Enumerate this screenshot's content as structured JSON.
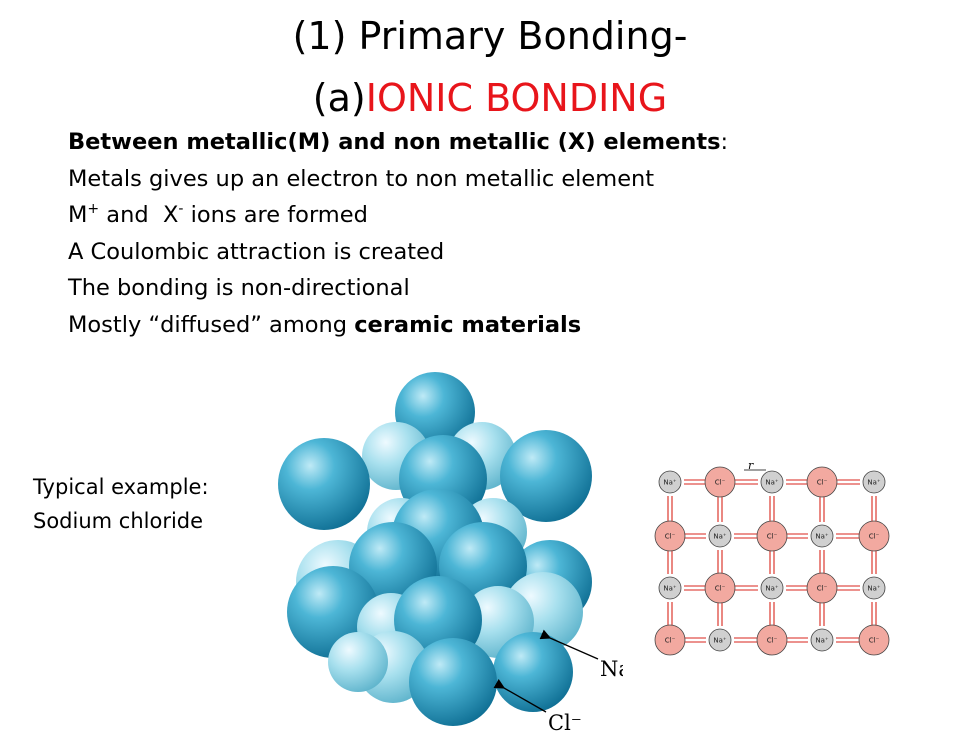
{
  "title": {
    "line1": "(1) Primary Bonding-",
    "line2_prefix": "(a)",
    "line2_highlight": "IONIC BONDING",
    "highlight_color": "#e8151b"
  },
  "bullets": {
    "b1_bold": "Between metallic(M) and non metallic (X) elements",
    "b1_tail": ":",
    "b2": "Metals gives up an electron to non metallic element",
    "b3_m": "M",
    "b3_plus": "+",
    "b3_mid": " and  X",
    "b3_minus": "-",
    "b3_tail": " ions are formed",
    "b4": "A Coulombic attraction is created",
    "b5": "The bonding is non-directional",
    "b6_prefix": "Mostly “diffused” among ",
    "b6_bold": "ceramic materials"
  },
  "example": {
    "line1": "Typical example:",
    "line2": "Sodium chloride"
  },
  "figure": {
    "na_label": "Na⁺",
    "cl_label": "Cl⁻",
    "lattice_na": "Na⁺",
    "lattice_cl": "Cl⁻",
    "r_label": "r",
    "sphere_color_large": "#1f8fb5",
    "sphere_color_small": "#8fd3e6",
    "cl_ion_fill": "#f2a9a0",
    "na_ion_fill": "#d0d0d0",
    "arrow_color": "#d9261c"
  }
}
